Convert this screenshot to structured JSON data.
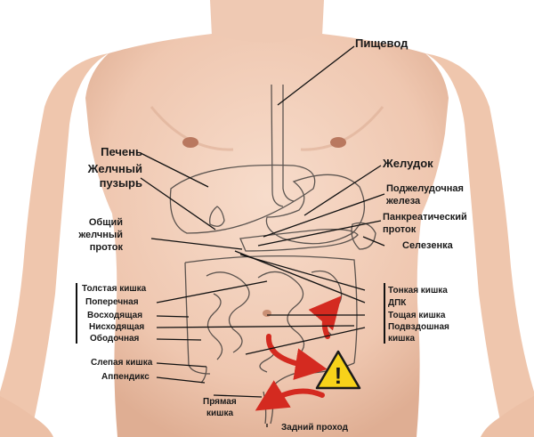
{
  "labels": {
    "esophagus": "Пищевод",
    "liver": "Печень",
    "gallbladder_1": "Желчный",
    "gallbladder_2": "пузырь",
    "stomach": "Желудок",
    "pancreas_1": "Поджелудочная",
    "pancreas_2": "железа",
    "pancreatic_duct_1": "Панкреатический",
    "pancreatic_duct_2": "проток",
    "spleen": "Селезенка",
    "bile_duct_1": "Общий",
    "bile_duct_2": "желчный",
    "bile_duct_3": "проток",
    "large_intestine": "Толстая кишка",
    "transverse": "Поперечная",
    "ascending": "Восходящая",
    "descending": "Нисходящая",
    "sigmoid": "Ободочная",
    "small_intestine": "Тонкая кишка",
    "duodenum": "ДПК",
    "jejunum": "Тощая кишка",
    "ileum_1": "Подвздошная",
    "ileum_2": "кишка",
    "cecum": "Слепая кишка",
    "appendix": "Аппендикс",
    "rectum_1": "Прямая",
    "rectum_2": "кишка",
    "anus": "Задний проход"
  },
  "icons": {
    "warning": "warning-triangle-icon",
    "warning_glyph": "!"
  },
  "colors": {
    "skin": "#f3d3be",
    "skin_shadow": "#e2b59b",
    "arrow": "#d42a20",
    "warning_fill": "#f7d21a",
    "line": "#111111"
  }
}
